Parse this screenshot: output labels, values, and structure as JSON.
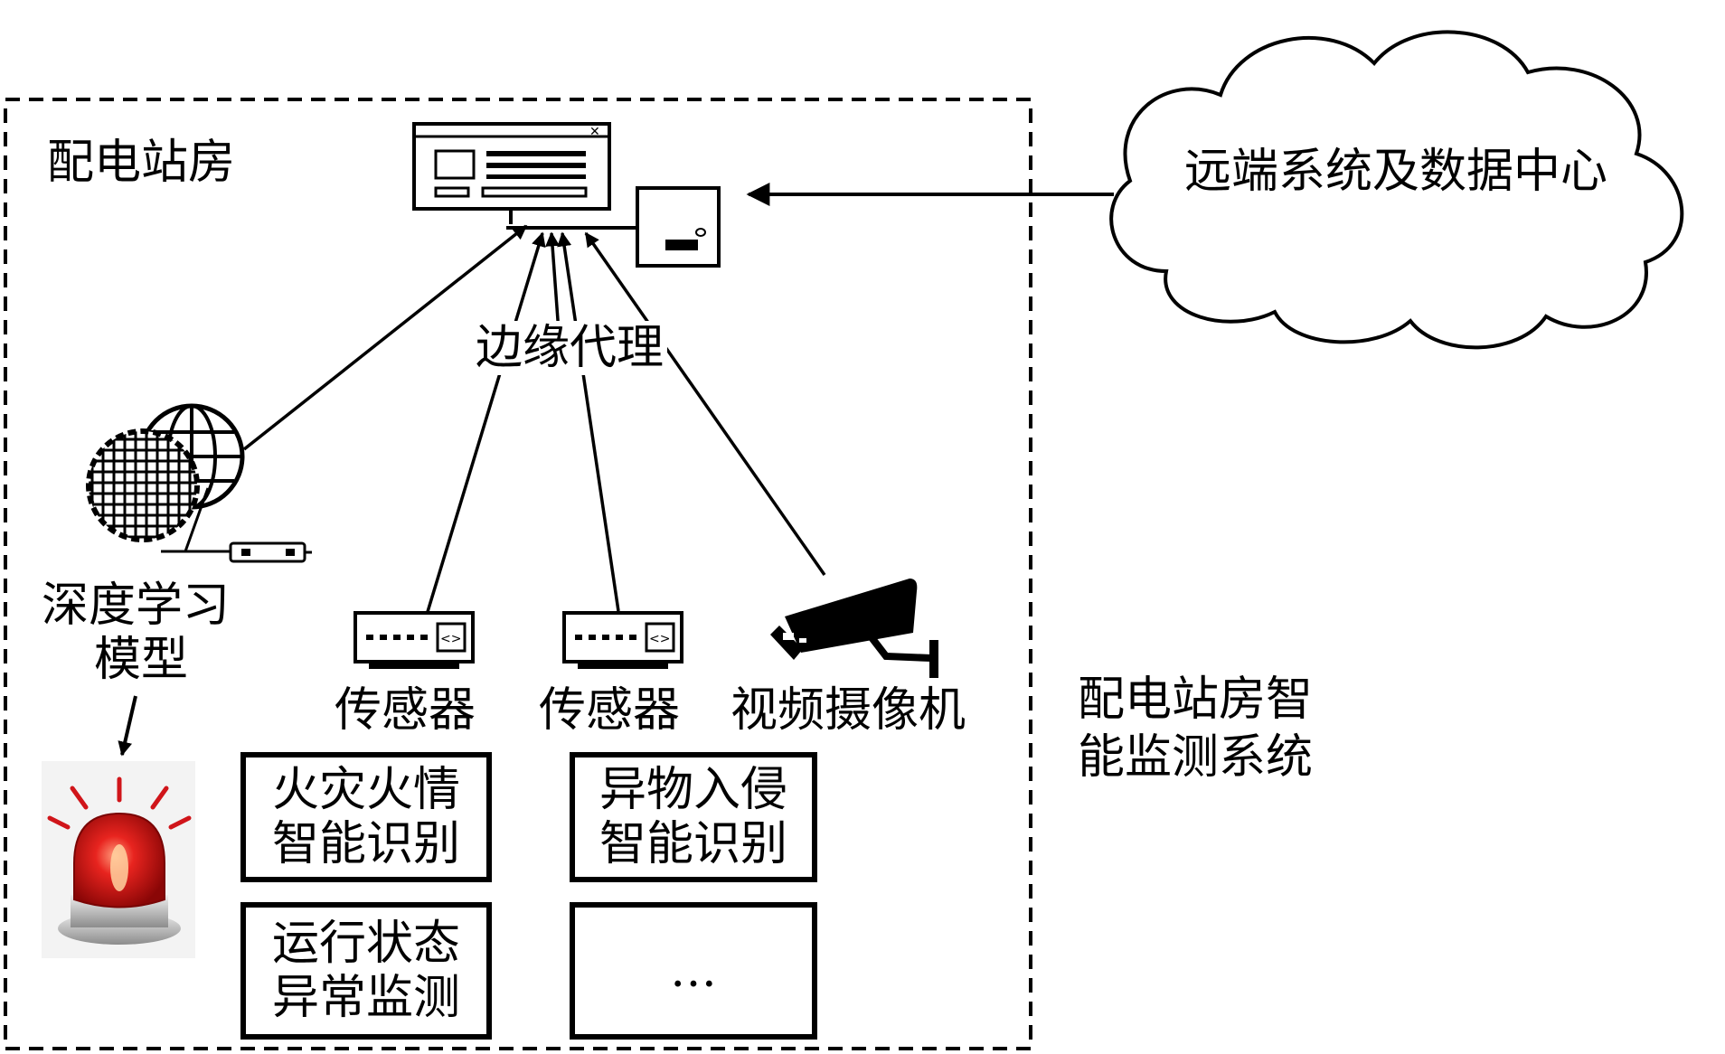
{
  "station_label": "配电站房",
  "cloud_label": "远端系统及数据中心",
  "edge_agent_label": "边缘代理",
  "deep_learning": {
    "line1": "深度学习",
    "line2": "模型"
  },
  "sensor1_label": "传感器",
  "sensor2_label": "传感器",
  "camera_label": "视频摄像机",
  "system_label": {
    "line1": "配电站房智",
    "line2": "能监测系统"
  },
  "functions": [
    {
      "line1": "火灾火情",
      "line2": "智能识别"
    },
    {
      "line1": "异物入侵",
      "line2": "智能识别"
    },
    {
      "line1": "运行状态",
      "line2": "异常监测"
    },
    {
      "line1": "…",
      "line2": ""
    }
  ],
  "icons": {
    "server": "server-icon",
    "router": "router-icon",
    "globe": "globe-icon",
    "sensor": "sensor-device-icon",
    "camera": "cctv-camera-icon",
    "alarm": "red-alarm-light-icon"
  },
  "colors": {
    "alarm_red": "#d0151a",
    "line": "#000000"
  }
}
